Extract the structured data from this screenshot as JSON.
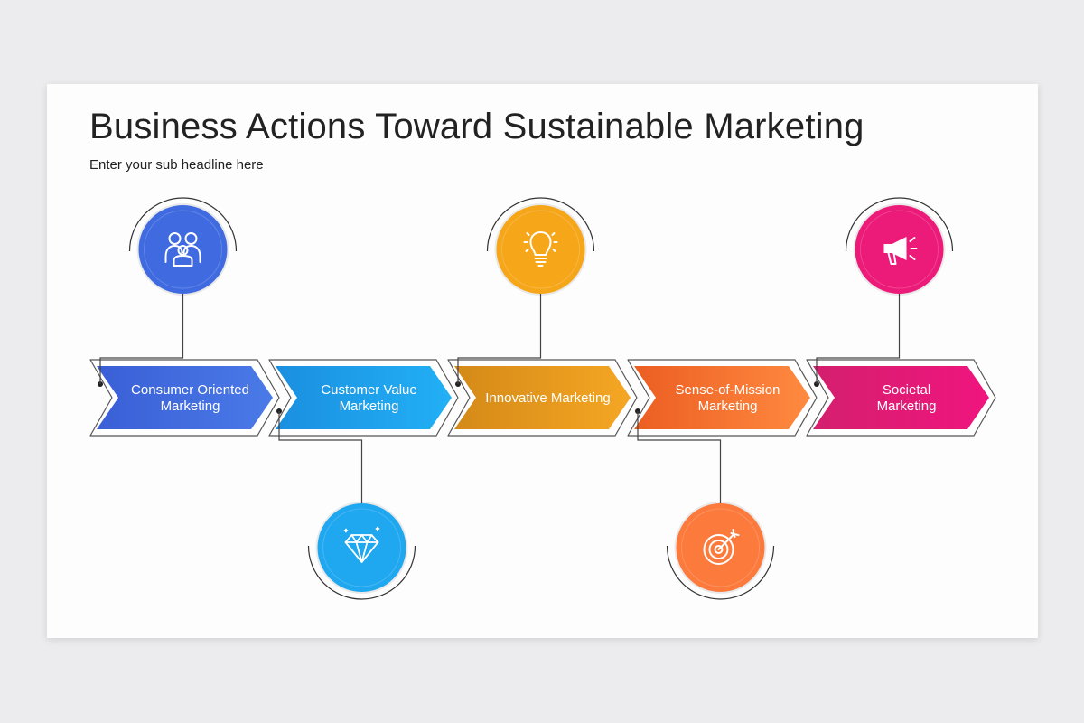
{
  "slide": {
    "title": "Business Actions Toward Sustainable Marketing",
    "subtitle": "Enter your sub headline here"
  },
  "steps": [
    {
      "lines": [
        "Consumer Oriented",
        "Marketing"
      ],
      "icon": "people-icon",
      "icon_position": "top",
      "color_start": "#3a5fd6",
      "color_end": "#4a7ae8",
      "circle": "#3f6ae0"
    },
    {
      "lines": [
        "Customer Value",
        "Marketing"
      ],
      "icon": "diamond-icon",
      "icon_position": "bottom",
      "color_start": "#1a8fe0",
      "color_end": "#22b0f5",
      "circle": "#1fa7f0"
    },
    {
      "lines": [
        "Innovative Marketing"
      ],
      "icon": "lightbulb-icon",
      "icon_position": "top",
      "color_start": "#d48a18",
      "color_end": "#f5a623",
      "circle": "#f6a619"
    },
    {
      "lines": [
        "Sense-of-Mission",
        "Marketing"
      ],
      "icon": "target-icon",
      "icon_position": "bottom",
      "color_start": "#ec5e22",
      "color_end": "#ff8a40",
      "circle": "#fb7a3c"
    },
    {
      "lines": [
        "Societal",
        "Marketing"
      ],
      "icon": "megaphone-icon",
      "icon_position": "top",
      "color_start": "#d41f6e",
      "color_end": "#f0157e",
      "circle": "#ec1a78"
    }
  ]
}
